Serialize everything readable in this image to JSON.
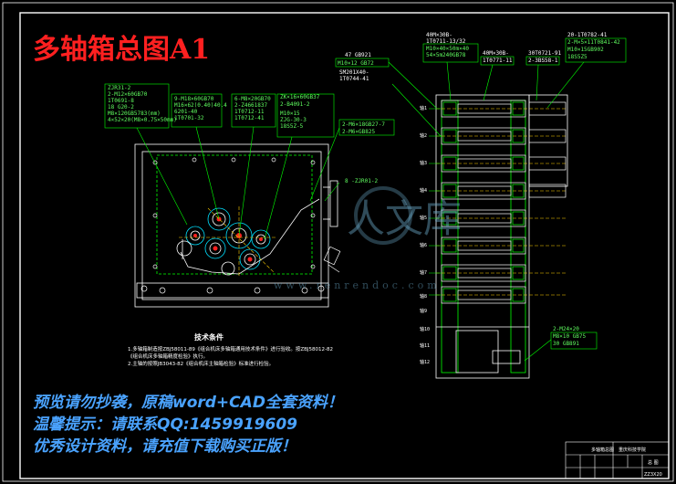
{
  "title": "多轴箱总图A1",
  "callouts": [
    {
      "id": "c1",
      "lines": [
        "ZJR31-2",
        "2-M12×60GB70",
        "1T0691-8",
        "18 G20-2",
        "M8×120GB5783(mm)",
        "4×52×20(M8×0.75×50mm)"
      ]
    },
    {
      "id": "c2",
      "lines": [
        "9-M18×60GB70",
        "M16×62(0.40)40.4",
        "6201-40",
        "1T0701-32"
      ]
    },
    {
      "id": "c3",
      "lines": [
        "6-M8×20GB70",
        "2-Z4661837",
        "1T0712-11",
        "1T0712-41"
      ]
    },
    {
      "id": "c4",
      "lines": [
        "ZK×16×60GB37",
        "2-B4091-2",
        "M10×15",
        "ZJG-30-3",
        "18S5Z-5"
      ]
    },
    {
      "id": "c5",
      "lines": [
        "2-M6×18GB27-7",
        "2-M6×GB825"
      ]
    },
    {
      "id": "c6",
      "lines": [
        "8 -ZJR01-2"
      ]
    },
    {
      "id": "c7",
      "lines": [
        "47  GB921",
        "M10×12  GB72",
        "SM201X40-",
        "1T0744-41"
      ]
    },
    {
      "id": "c8",
      "lines": [
        "40M×30B-",
        "1T0711-13/32",
        "M10×40×50m×40",
        "54×5m240GB78"
      ]
    },
    {
      "id": "c9",
      "lines": [
        "40M×30B-",
        "1T0771-11"
      ]
    },
    {
      "id": "c10",
      "lines": [
        "30T0721-91",
        "2-3BS58-1"
      ]
    },
    {
      "id": "c11",
      "lines": [
        "20-1T0782-41",
        "2-M×5×11T0841-42",
        "M10×15GB902",
        "18S5Z5"
      ]
    },
    {
      "id": "c12",
      "lines": [
        "2-M24×20",
        "M8×10  GB75",
        "30  GB891"
      ]
    }
  ],
  "spindle_labels": [
    "轴1",
    "轴2",
    "轴3",
    "轴4",
    "轴5",
    "轴6",
    "轴7",
    "轴8",
    "轴9",
    "轴10",
    "轴11",
    "轴12"
  ],
  "tech": {
    "heading": "技术条件",
    "items": [
      "1.多轴箱制造按ZBJ58011-89《组合机床多轴箱通用技术条件》进行验收。按ZBJ58012-82",
      "《组合机床多轴箱精度检验》执行。",
      "2.主轴的按照JB3043-82《组合机床主轴箱检验》标准进行检验。"
    ]
  },
  "notes": [
    "预览请勿抄袭，原稿word+CAD全套资料！",
    "温馨提示：请联系QQ:1459919609",
    "优秀设计资料，请充值下载购买正版！"
  ],
  "title_block": {
    "name": "多轴箱总图",
    "school": "重庆科技学院",
    "drawn": "总  图",
    "code": "ZZ3X20"
  },
  "watermark": {
    "logo": "人文库",
    "url": "www.renrendoc.com"
  },
  "colors": {
    "bg": "#000000",
    "line": "#ffffff",
    "accent": "#00ff00",
    "red": "#ff2020",
    "blue": "#4aa3ff",
    "cyan": "#00e0ff",
    "yellow": "#ffd000"
  }
}
